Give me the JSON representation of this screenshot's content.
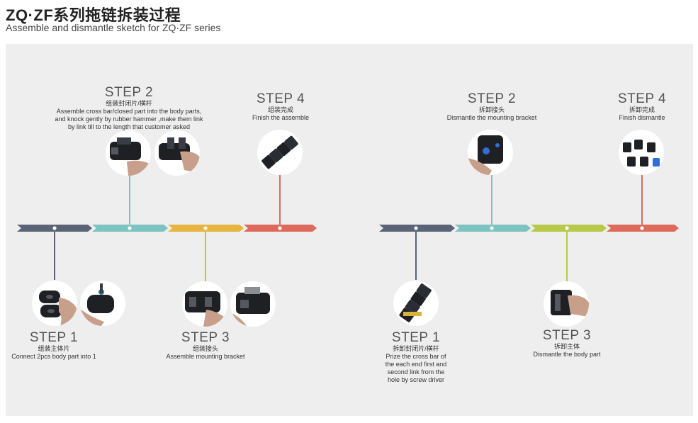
{
  "header": {
    "title_cn": "ZQ·ZF系列拖链拆装过程",
    "title_en": "Assemble and dismantle sketch for ZQ·ZF series"
  },
  "colors": {
    "slate": "#5b6476",
    "teal": "#7cc3c1",
    "yellow": "#e6b540",
    "red": "#de6a5c",
    "olive": "#b8c94a",
    "panel": "#eeeeee",
    "photo_bg": "#ffffff",
    "part": "#1e2024",
    "hand": "#c89f8a",
    "blue": "#2f6fd6"
  },
  "assemble": {
    "step1": {
      "step": "STEP 1",
      "cn": "组装主体片",
      "en": "Connect 2pcs body part into 1"
    },
    "step2": {
      "step": "STEP 2",
      "cn": "组装封闭片/横杆",
      "en_lines": [
        "Assemble cross bar/closed part into the body parts,",
        "and knock gently by rubber hammer ,make them link",
        "by link till to the length that customer asked"
      ]
    },
    "step3": {
      "step": "STEP 3",
      "cn": "组装接头",
      "en": "Assemble mounting bracket"
    },
    "step4": {
      "step": "STEP 4",
      "cn": "组装完成",
      "en": "Finish the assemble"
    }
  },
  "dismantle": {
    "step1": {
      "step": "STEP 1",
      "cn": "拆卸封闭片/横杆",
      "en_lines": [
        "Prize the cross bar of",
        "the each end first and",
        "second link  from the",
        "hole by screw driver"
      ]
    },
    "step2": {
      "step": "STEP 2",
      "cn": "拆卸接头",
      "en": "Dismantle the mounting bracket"
    },
    "step3": {
      "step": "STEP 3",
      "cn": "拆卸主体",
      "en": "Dismantle the body part"
    },
    "step4": {
      "step": "STEP 4",
      "cn": "拆卸完成",
      "en": "Finish dismantle"
    }
  }
}
